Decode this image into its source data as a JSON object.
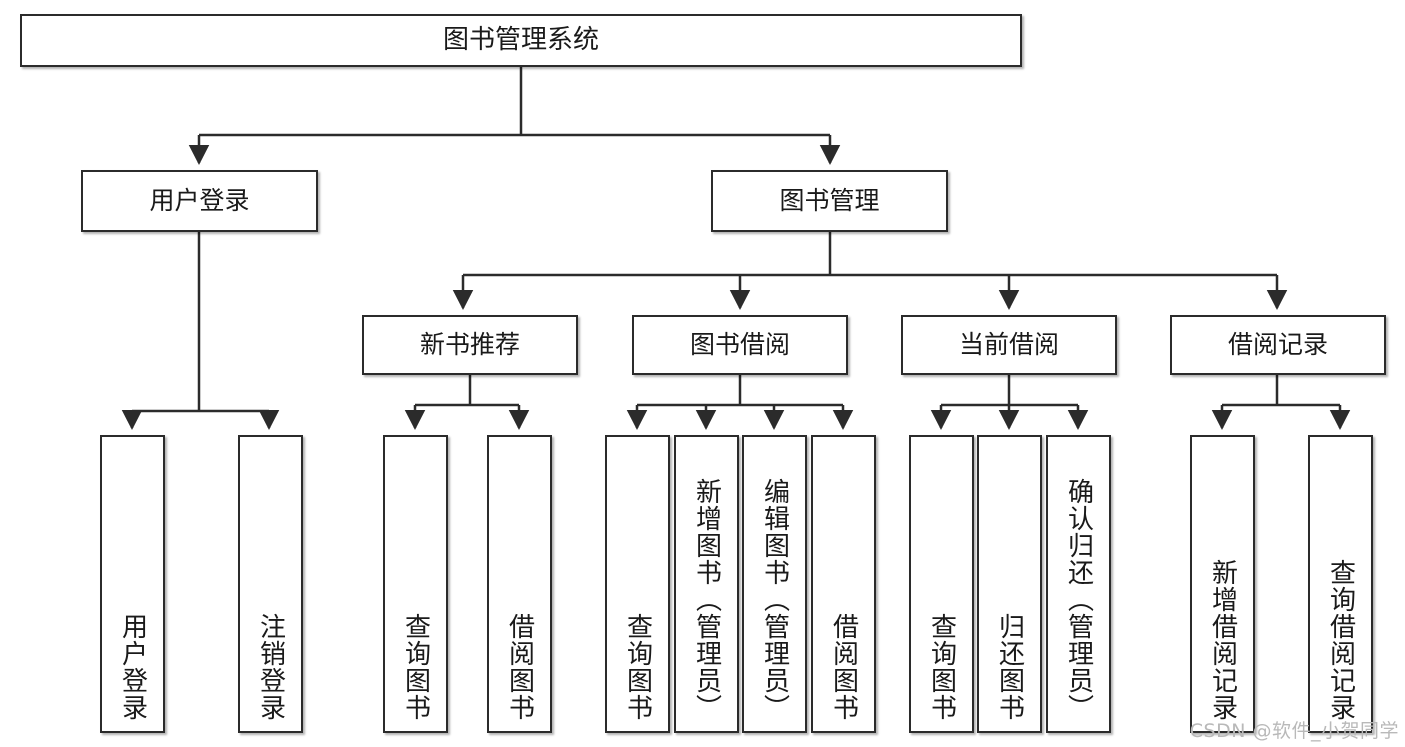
{
  "diagram": {
    "type": "tree-hierarchy",
    "title": "图书管理系统",
    "watermark": "CSDN @软件_小贺同学",
    "colors": {
      "stroke": "#2b2b2b",
      "fill": "#ffffff",
      "text": "#1a1a1a",
      "watermark": "#b9b9b9",
      "background": "#ffffff"
    },
    "levels": {
      "level1": [
        "图书管理系统"
      ],
      "level2": [
        "用户登录",
        "图书管理"
      ],
      "level3": [
        "新书推荐",
        "图书借阅",
        "当前借阅",
        "借阅记录"
      ],
      "level4": [
        "用户登录",
        "注销登录",
        "查询图书",
        "借阅图书",
        "查询图书",
        "新增图书（管理员）",
        "编辑图书（管理员）",
        "借阅图书",
        "查询图书",
        "归还图书",
        "确认归还（管理员）",
        "新增借阅记录",
        "查询借阅记录"
      ]
    },
    "nodes": {
      "root": {
        "label": "图书管理系统"
      },
      "user_login": {
        "label": "用户登录"
      },
      "book_manage": {
        "label": "图书管理"
      },
      "new_book_rec": {
        "label": "新书推荐"
      },
      "book_borrow": {
        "label": "图书借阅"
      },
      "current_borrow": {
        "label": "当前借阅"
      },
      "borrow_record": {
        "label": "借阅记录"
      },
      "leaf_user_login": {
        "label": "用户登录"
      },
      "leaf_logout": {
        "label": "注销登录"
      },
      "leaf_query_book_1": {
        "label": "查询图书"
      },
      "leaf_borrow_book_1": {
        "label": "借阅图书"
      },
      "leaf_query_book_2": {
        "label": "查询图书"
      },
      "leaf_add_book": {
        "label": "新增图书（管理员）"
      },
      "leaf_edit_book": {
        "label": "编辑图书（管理员）"
      },
      "leaf_borrow_book_2": {
        "label": "借阅图书"
      },
      "leaf_query_book_3": {
        "label": "查询图书"
      },
      "leaf_return_book": {
        "label": "归还图书"
      },
      "leaf_confirm_return": {
        "label": "确认归还（管理员）"
      },
      "leaf_add_record": {
        "label": "新增借阅记录"
      },
      "leaf_query_record": {
        "label": "查询借阅记录"
      }
    },
    "edges": [
      {
        "from": "root",
        "to": "user_login"
      },
      {
        "from": "root",
        "to": "book_manage"
      },
      {
        "from": "user_login",
        "to": "leaf_user_login"
      },
      {
        "from": "user_login",
        "to": "leaf_logout"
      },
      {
        "from": "book_manage",
        "to": "new_book_rec"
      },
      {
        "from": "book_manage",
        "to": "book_borrow"
      },
      {
        "from": "book_manage",
        "to": "current_borrow"
      },
      {
        "from": "book_manage",
        "to": "borrow_record"
      },
      {
        "from": "new_book_rec",
        "to": "leaf_query_book_1"
      },
      {
        "from": "new_book_rec",
        "to": "leaf_borrow_book_1"
      },
      {
        "from": "book_borrow",
        "to": "leaf_query_book_2"
      },
      {
        "from": "book_borrow",
        "to": "leaf_add_book"
      },
      {
        "from": "book_borrow",
        "to": "leaf_edit_book"
      },
      {
        "from": "book_borrow",
        "to": "leaf_borrow_book_2"
      },
      {
        "from": "current_borrow",
        "to": "leaf_query_book_3"
      },
      {
        "from": "current_borrow",
        "to": "leaf_return_book"
      },
      {
        "from": "current_borrow",
        "to": "leaf_confirm_return"
      },
      {
        "from": "borrow_record",
        "to": "leaf_add_record"
      },
      {
        "from": "borrow_record",
        "to": "leaf_query_record"
      }
    ]
  }
}
